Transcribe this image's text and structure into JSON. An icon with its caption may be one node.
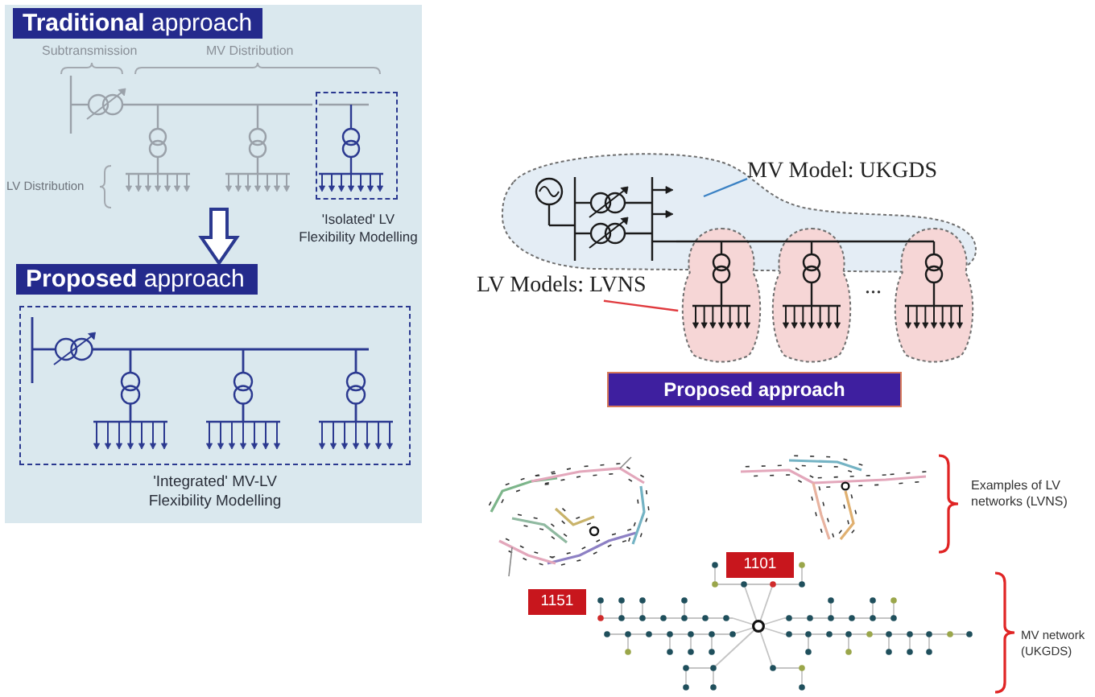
{
  "diagram": {
    "nodes": [
      {
        "text": [
          "**Traditional** approach"
        ]
      },
      {
        "text": [
          "'Isolated' LV Flexibility Modelling"
        ]
      },
      {
        "text": [
          "**Proposed** approach"
        ]
      },
      {
        "text": [
          "'Integrated' MV-LV Flexibility Modelling"
        ]
      },
      {
        "text": [],
        "shape": "cloud"
      },
      {
        "text": [
          "MV Model: UKGDS"
        ]
      },
      {
        "text": [
          "LV Models: LVNS"
        ]
      },
      {
        "text": [],
        "shape": "cloud"
      },
      {
        "text": [],
        "shape": "cloud"
      },
      {
        "text": [],
        "shape": "cloud"
      },
      {
        "text": [
          "Proposed approach"
        ]
      },
      {
        "text": [
          "1101"
        ]
      },
      {
        "text": [
          "1151"
        ]
      }
    ],
    "edges": [
      {
        "from": null,
        "to": 2,
        "arrow": "to"
      },
      {
        "from": 5,
        "to": 4,
        "arrow": "none",
        "color": "#3b82c4"
      },
      {
        "from": 6,
        "to": 7,
        "arrow": "none",
        "color": "#e03a3e"
      }
    ],
    "labels": [
      "Subtransmission",
      "MV Distribution",
      "LV Distribution",
      "...",
      "Examples of LV networks (LVNS)",
      "MV network (UKGDS)"
    ]
  }
}
